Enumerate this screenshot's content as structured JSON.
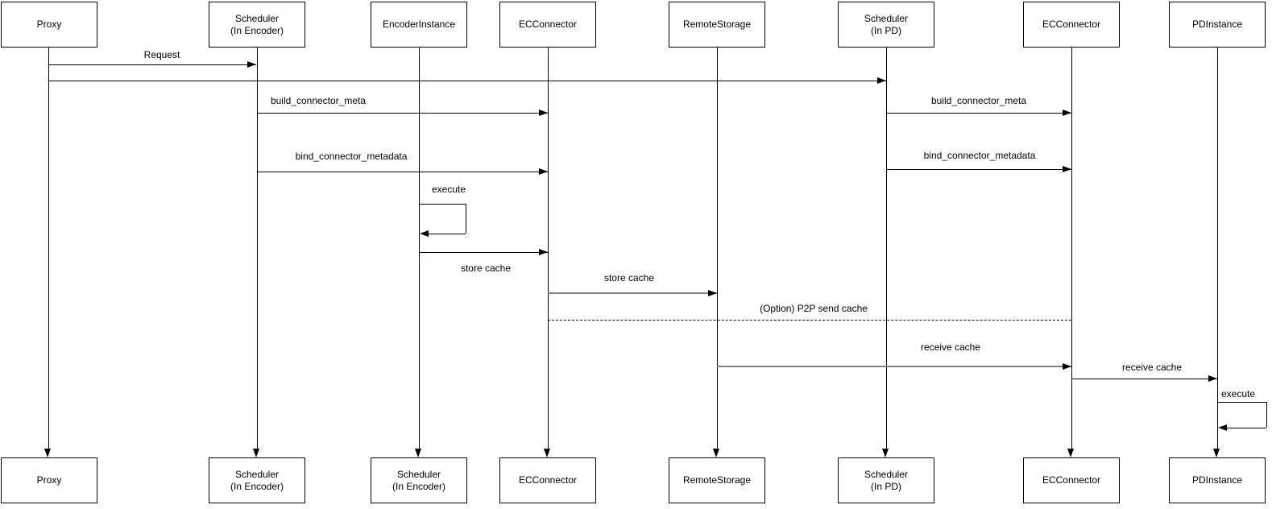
{
  "diagram_type": "sequence-diagram",
  "colors": {
    "background": "#ffffff",
    "line": "#000000",
    "gray_line": "#808080",
    "text": "#000000"
  },
  "participants": [
    {
      "name": "Proxy",
      "top_label": "Proxy",
      "bottom_label": "Proxy"
    },
    {
      "name": "Scheduler (In Encoder)",
      "top_label": "Scheduler\n(In Encoder)",
      "bottom_label": "Scheduler\n(In Encoder)"
    },
    {
      "name": "EncoderInstance",
      "top_label": "EncoderInstance",
      "bottom_label": "Scheduler\n(In Encoder)"
    },
    {
      "name": "ECConnector (Encoder side)",
      "top_label": "ECConnector",
      "bottom_label": "ECConnector"
    },
    {
      "name": "RemoteStorage",
      "top_label": "RemoteStorage",
      "bottom_label": "RemoteStorage"
    },
    {
      "name": "Scheduler (In PD)",
      "top_label": "Scheduler\n(In PD)",
      "bottom_label": "Scheduler\n(In PD)"
    },
    {
      "name": "ECConnector (PD side)",
      "top_label": "ECConnector",
      "bottom_label": "ECConnector"
    },
    {
      "name": "PDInstance",
      "top_label": "PDInstance",
      "bottom_label": "PDInstance"
    }
  ],
  "messages": [
    {
      "label": "Request",
      "from": "Proxy",
      "to": "Scheduler (In Encoder)",
      "style": "solid"
    },
    {
      "label": "",
      "from": "Proxy",
      "to": "Scheduler (In PD)",
      "style": "solid"
    },
    {
      "label": "build_connector_meta",
      "from": "Scheduler (In Encoder)",
      "to": "ECConnector (Encoder side)",
      "style": "solid"
    },
    {
      "label": "bind_connector_metadata",
      "from": "Scheduler (In Encoder)",
      "to": "ECConnector (Encoder side)",
      "style": "solid"
    },
    {
      "label": "execute",
      "from": "EncoderInstance",
      "to": "EncoderInstance",
      "style": "self-loop"
    },
    {
      "label": "store cache",
      "from": "EncoderInstance",
      "to": "ECConnector (Encoder side)",
      "style": "solid"
    },
    {
      "label": "store cache",
      "from": "ECConnector (Encoder side)",
      "to": "RemoteStorage",
      "style": "solid-gray"
    },
    {
      "label": "(Option) P2P send cache",
      "from": "ECConnector (Encoder side)",
      "to": "ECConnector (PD side)",
      "style": "dashed-no-arrowhead"
    },
    {
      "label": "receive cache",
      "from": "RemoteStorage",
      "to": "ECConnector (PD side)",
      "style": "solid-gray"
    },
    {
      "label": "receive cache",
      "from": "ECConnector (PD side)",
      "to": "PDInstance",
      "style": "solid"
    },
    {
      "label": "build_connector_meta",
      "from": "Scheduler (In PD)",
      "to": "ECConnector (PD side)",
      "style": "solid"
    },
    {
      "label": "bind_connector_metadata",
      "from": "Scheduler (In PD)",
      "to": "ECConnector (PD side)",
      "style": "solid"
    },
    {
      "label": "execute",
      "from": "PDInstance",
      "to": "PDInstance",
      "style": "self-loop"
    }
  ]
}
